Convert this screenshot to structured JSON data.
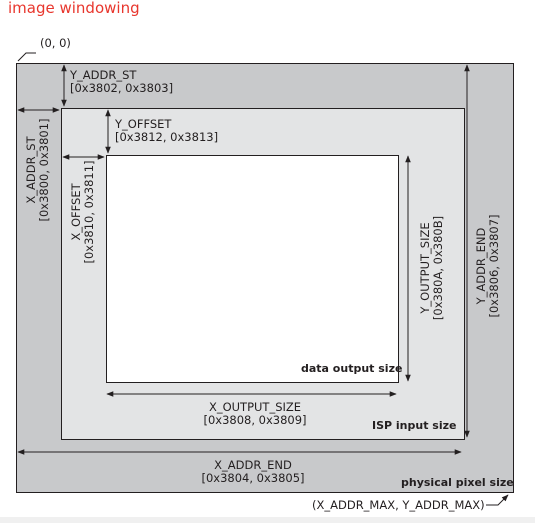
{
  "title": "image windowing",
  "origin_label": "(0, 0)",
  "max_label": "(X_ADDR_MAX, Y_ADDR_MAX)",
  "regions": {
    "physical": "physical pixel size",
    "isp": "ISP input size",
    "output": "data output size"
  },
  "dimensions": {
    "y_addr_st": {
      "name": "Y_ADDR_ST",
      "regs": "[0x3802, 0x3803]"
    },
    "x_addr_st": {
      "name": "X_ADDR_ST",
      "regs": "[0x3800, 0x3801]"
    },
    "y_offset": {
      "name": "Y_OFFSET",
      "regs": "[0x3812, 0x3813]"
    },
    "x_offset": {
      "name": "X_OFFSET",
      "regs": "[0x3810, 0x3811]"
    },
    "y_output_size": {
      "name": "Y_OUTPUT_SIZE",
      "regs": "[0x380A, 0x380B]"
    },
    "y_addr_end": {
      "name": "Y_ADDR_END",
      "regs": "[0x3806, 0x3807]"
    },
    "x_output_size": {
      "name": "X_OUTPUT_SIZE",
      "regs": "[0x3808, 0x3809]"
    },
    "x_addr_end": {
      "name": "X_ADDR_END",
      "regs": "[0x3804, 0x3805]"
    }
  },
  "colors": {
    "physical_fill": "#c8c9cb",
    "isp_fill": "#e3e4e5",
    "output_fill": "#ffffff",
    "title": "#e8362d"
  }
}
